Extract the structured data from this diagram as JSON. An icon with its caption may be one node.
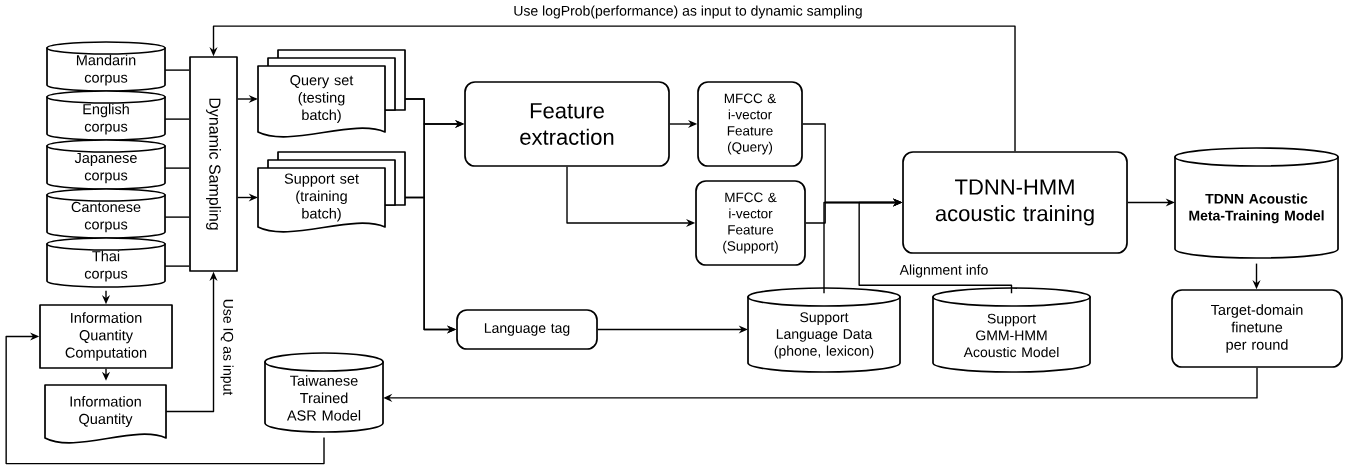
{
  "diagram": {
    "nodes": [
      {
        "text": [
          "Mandarin corpus"
        ]
      },
      {
        "text": [
          "English corpus"
        ]
      },
      {
        "text": [
          "Japanese corpus"
        ]
      },
      {
        "text": [
          "Cantonese corpus"
        ]
      },
      {
        "text": [
          "Thai corpus"
        ]
      },
      {
        "text": [
          "Dynamic Sampling"
        ]
      },
      {
        "text": [
          "Query set (testing batch)"
        ]
      },
      {
        "text": [
          "Support set (training batch)"
        ]
      },
      {
        "text": [
          "Information Quantity Computation"
        ]
      },
      {
        "text": [
          "Information Quantity"
        ]
      },
      {
        "text": [
          "Taiwanese Trained ASR Model"
        ]
      },
      {
        "text": [
          "Feature extraction"
        ]
      },
      {
        "text": [
          "MFCC & i-vector Feature (Query)"
        ]
      },
      {
        "text": [
          "MFCC & i-vector Feature (Support)"
        ]
      },
      {
        "text": [
          "Language tag"
        ]
      },
      {
        "text": [
          "Support Language Data (phone, lexicon)"
        ]
      },
      {
        "text": [
          "Support GMM-HMM Acoustic Model"
        ]
      },
      {
        "text": [
          "TDNN-HMM acoustic training"
        ]
      },
      {
        "text": [
          "TDNN Acoustic Meta-Training Model"
        ]
      },
      {
        "text": [
          "Target-domain finetune per round"
        ]
      }
    ],
    "edges": [
      {
        "from": 0,
        "to": 5,
        "arrow": "none"
      },
      {
        "from": 1,
        "to": 5,
        "arrow": "none"
      },
      {
        "from": 2,
        "to": 5,
        "arrow": "none"
      },
      {
        "from": 3,
        "to": 5,
        "arrow": "none"
      },
      {
        "from": 4,
        "to": 5,
        "arrow": "none"
      },
      {
        "from": 5,
        "to": 6,
        "arrow": "to"
      },
      {
        "from": 5,
        "to": 7,
        "arrow": "to"
      },
      {
        "from": 6,
        "to": 11,
        "arrow": "to"
      },
      {
        "from": 7,
        "to": 11,
        "arrow": "to"
      },
      {
        "from": 6,
        "to": 14,
        "arrow": "to"
      },
      {
        "from": 7,
        "to": 14,
        "arrow": "to"
      },
      {
        "from": 11,
        "to": 12,
        "arrow": "to"
      },
      {
        "from": 11,
        "to": 13,
        "arrow": "to"
      },
      {
        "from": 12,
        "to": 17,
        "arrow": "to"
      },
      {
        "from": 13,
        "to": 17,
        "arrow": "to"
      },
      {
        "from": 15,
        "to": 17,
        "arrow": "to"
      },
      {
        "from": 16,
        "to": 17,
        "arrow": "to",
        "label": "Alignment info"
      },
      {
        "from": 14,
        "to": 15,
        "arrow": "to"
      },
      {
        "from": 17,
        "to": 18,
        "arrow": "to"
      },
      {
        "from": 18,
        "to": 19,
        "arrow": "to"
      },
      {
        "from": 19,
        "to": 10,
        "arrow": "to"
      },
      {
        "from": 10,
        "to": 8,
        "arrow": "to"
      },
      {
        "from": 4,
        "to": 8,
        "arrow": "to"
      },
      {
        "from": 8,
        "to": 9,
        "arrow": "to"
      },
      {
        "from": 9,
        "to": 5,
        "arrow": "to",
        "label": "Use IQ as input"
      },
      {
        "from": 17,
        "to": 5,
        "arrow": "to",
        "label": "Use logProb(performance) as input to dynamic sampling"
      }
    ]
  }
}
